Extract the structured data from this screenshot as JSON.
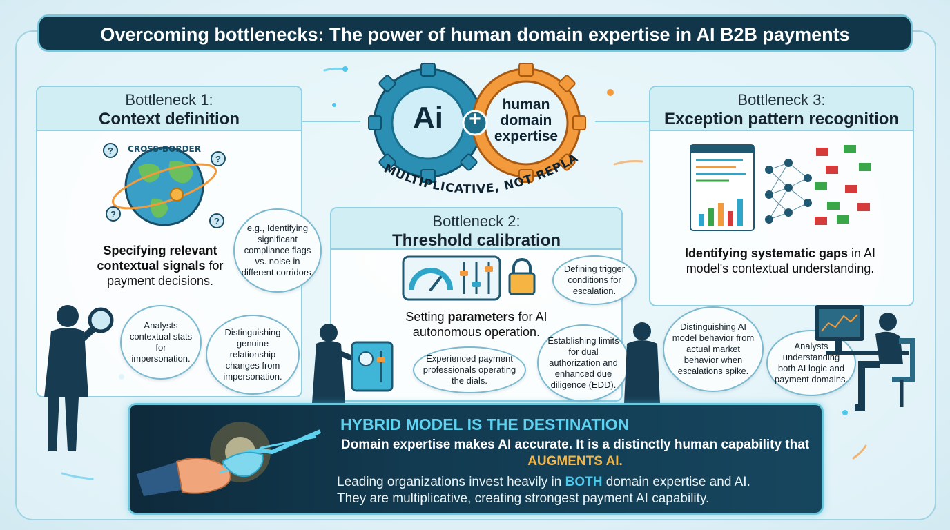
{
  "title": "Overcoming bottlenecks: The power of human domain expertise in AI B2B payments",
  "center": {
    "ai_label": "Ai",
    "plus": "+",
    "human_label": [
      "human",
      "domain",
      "expertise"
    ],
    "arc_text": "MULTIPLICATIVE, NOT REPLACED"
  },
  "bottleneck1": {
    "number": "Bottleneck 1:",
    "name": "Context definition",
    "globe_label": "CROSS-BORDER",
    "description_bold": "Specifying relevant contextual signals",
    "description_rest": " for payment decisions.",
    "bubble_compliance": "e.g., Identifying significant compliance flags vs. noise in different corridors.",
    "bubble_analysts": "Analysts contextual stats for impersonation.",
    "bubble_distinguishing": "Distinguishing genuine relationship changes from impersonation."
  },
  "bottleneck2": {
    "number": "Bottleneck 2:",
    "name": "Threshold calibration",
    "description_pre": "Setting ",
    "description_bold": "parameters",
    "description_rest": " for AI autonomous operation.",
    "bubble_trigger": "Defining trigger conditions for escalation.",
    "bubble_professionals": "Experienced payment professionals operating the dials.",
    "bubble_limits": "Establishing limits for dual authorization and enhanced due diligence (EDD)."
  },
  "bottleneck3": {
    "number": "Bottleneck 3:",
    "name": "Exception pattern recognition",
    "description_bold": "Identifying systematic gaps",
    "description_rest": " in AI model's contextual understanding.",
    "bubble_behavior": "Distinguishing AI model behavior from actual market behavior when escalations spike.",
    "bubble_analysts": "Analysts understanding both AI logic and payment domains."
  },
  "hybrid": {
    "title": "HYBRID MODEL IS THE DESTINATION",
    "line1": "Domain expertise makes AI accurate. It is a distinctly human capability that",
    "line1_highlight": "AUGMENTS AI.",
    "line2_pre": "Leading organizations invest heavily in",
    "line2_highlight": "BOTH",
    "line2_rest": "domain expertise and AI.",
    "line3": "They are multiplicative, creating strongest payment AI capability."
  },
  "colors": {
    "navy": "#11364a",
    "panel_border": "#8fd0e2",
    "ai_blue": "#2fa6c9",
    "human_orange": "#f39a3c",
    "flag_red": "#d63b3b",
    "flag_green": "#3aa64a"
  }
}
